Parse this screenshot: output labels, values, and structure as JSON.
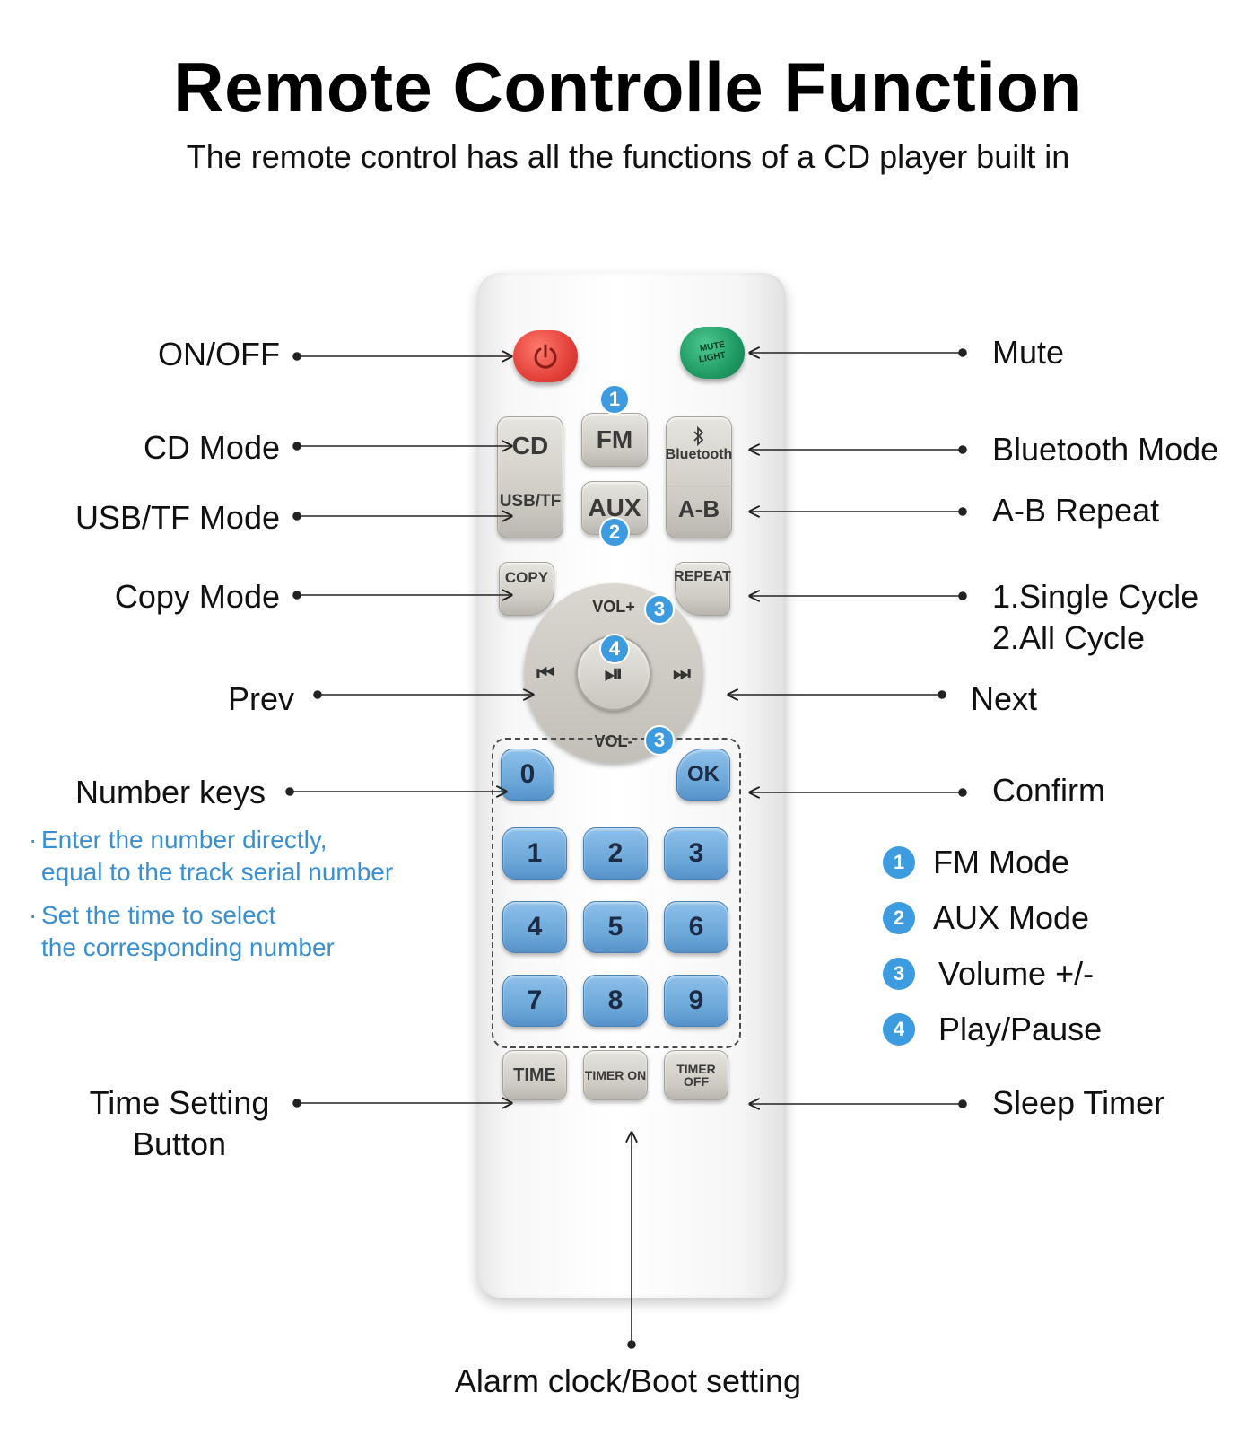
{
  "title": "Remote Controlle Function",
  "subtitle": "The remote control has all the functions of a CD player built in",
  "colors": {
    "accent_blue": "#3d9be0",
    "note_blue": "#3a8fd0",
    "power_red": "#e3413a",
    "mute_green": "#1f9a63"
  },
  "labels": {
    "on_off": "ON/OFF",
    "cd_mode": "CD Mode",
    "usb_tf_mode": "USB/TF Mode",
    "copy_mode": "Copy Mode",
    "prev": "Prev",
    "number_keys": "Number keys",
    "time_setting_1": "Time Setting",
    "time_setting_2": "Button",
    "mute": "Mute",
    "bluetooth_mode": "Bluetooth Mode",
    "ab_repeat": "A-B Repeat",
    "cycle_1": "1.Single Cycle",
    "cycle_2": "2.All Cycle",
    "next": "Next",
    "confirm": "Confirm",
    "sleep_timer": "Sleep Timer",
    "alarm": "Alarm clock/Boot setting"
  },
  "notes": {
    "note1_line1": "Enter the number directly,",
    "note1_line2": "equal to the track serial number",
    "note2_line1": "Set the time to select",
    "note2_line2": "the corresponding number"
  },
  "legend": [
    {
      "num": "1",
      "text": "FM Mode"
    },
    {
      "num": "2",
      "text": "AUX Mode"
    },
    {
      "num": "3",
      "text": "Volume +/-"
    },
    {
      "num": "4",
      "text": "Play/Pause"
    }
  ],
  "buttons": {
    "power_icon": "power-icon",
    "mute_top": "MUTE",
    "mute_bottom": "LIGHT",
    "cd": "CD",
    "fm": "FM",
    "bluetooth_icon": "bluetooth-icon",
    "bluetooth": "Bluetooth",
    "usb_tf": "USB/TF",
    "aux": "AUX",
    "ab": "A-B",
    "copy": "COPY",
    "repeat": "REPEAT",
    "vol_up": "VOL+",
    "vol_down": "VOL-",
    "prev_icon": "⏮",
    "play_pause_icon": "⏯",
    "next_icon": "⏭",
    "zero": "0",
    "ok": "OK",
    "digits": [
      "1",
      "2",
      "3",
      "4",
      "5",
      "6",
      "7",
      "8",
      "9"
    ],
    "time": "TIME",
    "timer_on": "TIMER ON",
    "timer_off": "TIMER OFF"
  },
  "badges": {
    "b1": "1",
    "b2": "2",
    "b3": "3",
    "b4": "4"
  }
}
